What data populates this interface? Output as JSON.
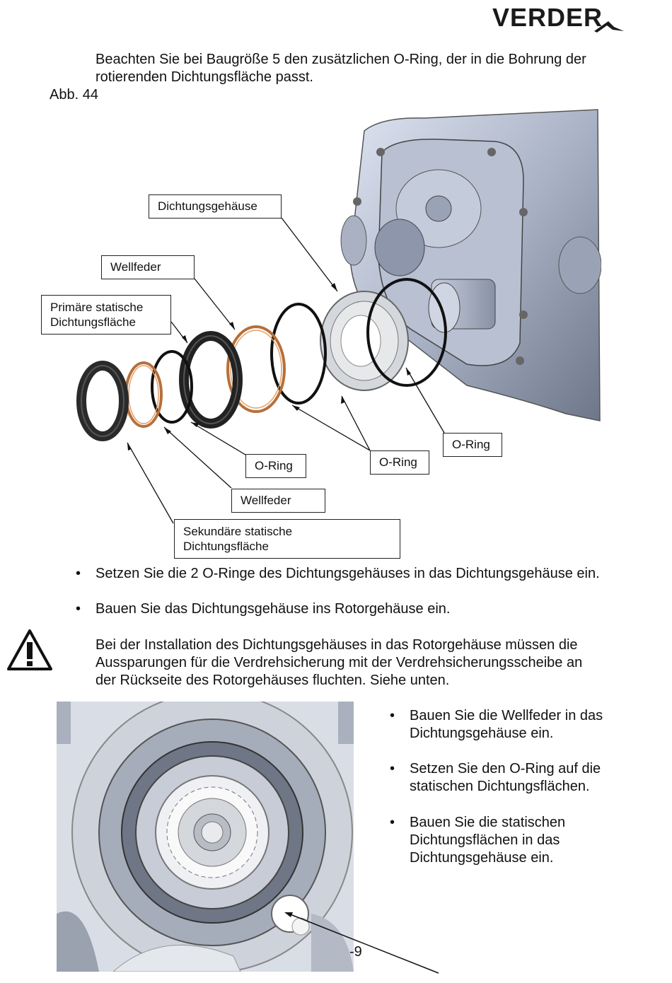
{
  "brand": {
    "logo_text": "VERDER"
  },
  "intro": {
    "line1": "Beachten Sie bei Baugröße 5 den zusätzlichen O-Ring, der in die Bohrung der",
    "line2": "rotierenden Dichtungsfläche passt.",
    "figure": "Abb. 44"
  },
  "labels": {
    "dichtungsgehaeuse": "Dichtungsgehäuse",
    "wellfeder_top": "Wellfeder",
    "primaer_line1": "Primäre statische",
    "primaer_line2": "Dichtungsfläche",
    "oring_right": "O-Ring",
    "oring_mid": "O-Ring",
    "oring_left": "O-Ring",
    "wellfeder_bottom": "Wellfeder",
    "sekundaer_line1": "Sekundäre statische",
    "sekundaer_line2": "Dichtungsfläche"
  },
  "steps": [
    "Setzen Sie die 2 O-Ringe des Dichtungsgehäuses in das Dichtungsgehäuse ein.",
    "Bauen Sie das Dichtungsgehäuse ins Rotorgehäuse ein."
  ],
  "warning": {
    "line1": "Bei der Installation des Dichtungsgehäuses in das Rotorgehäuse müssen die",
    "line2": "Aussparungen für die Verdrehsicherung mit der Verdrehsicherungsscheibe an",
    "line3": "der Rückseite des Rotorgehäuses fluchten. Siehe unten."
  },
  "side_steps": [
    {
      "line1": "Bauen Sie die Wellfeder in das",
      "line2": "Dichtungsgehäuse ein."
    },
    {
      "line1": "Setzen Sie den O-Ring auf die",
      "line2": "statischen Dichtungsflächen."
    },
    {
      "line1": "Bauen Sie die statischen",
      "line2": "Dichtungsflächen in das",
      "line3": "Dichtungsgehäuse ein."
    }
  ],
  "bullet_char": "•",
  "page_number": "-9"
}
